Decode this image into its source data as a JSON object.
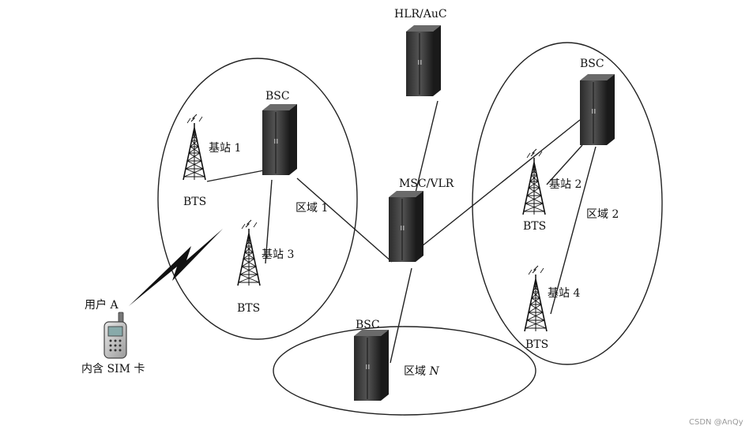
{
  "labels": {
    "hlr": "HLR/AuC",
    "msc": "MSC/VLR",
    "bsc": "BSC",
    "bts": "BTS",
    "site1": "基站 1",
    "site2": "基站 2",
    "site3": "基站 3",
    "site4": "基站 4",
    "region1": "区域 1",
    "region2": "区域 2",
    "regionN_prefix": "区域",
    "regionN_var": "N",
    "user": "用户 A",
    "sim": "内含 SIM 卡"
  },
  "watermark": "CSDN @AnQy"
}
